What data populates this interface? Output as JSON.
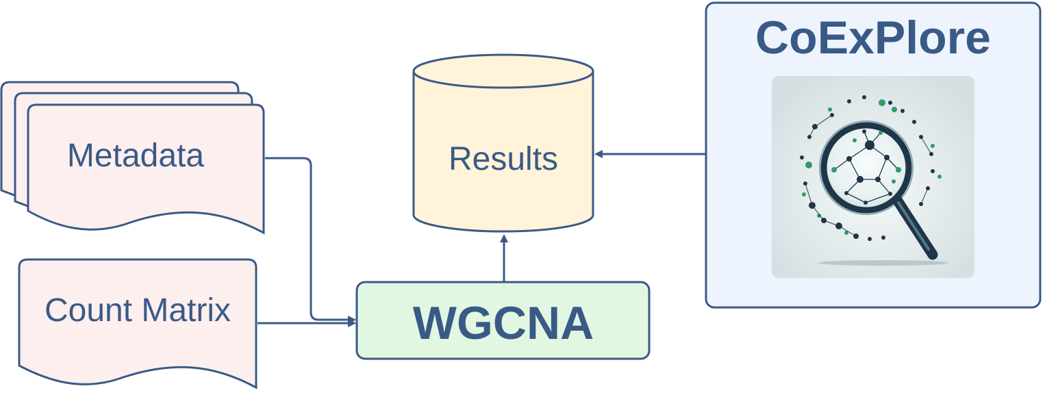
{
  "nodes": {
    "metadata": {
      "label": "Metadata"
    },
    "count_matrix": {
      "label": "Count Matrix"
    },
    "wgcna": {
      "label": "WGCNA"
    },
    "results": {
      "label": "Results"
    },
    "coexplore": {
      "label": "CoExPlore",
      "logo_icon": "magnifier-network-icon"
    }
  },
  "edges": [
    {
      "from": "metadata",
      "to": "wgcna"
    },
    {
      "from": "count_matrix",
      "to": "wgcna"
    },
    {
      "from": "wgcna",
      "to": "results"
    },
    {
      "from": "coexplore",
      "to": "results"
    }
  ],
  "colors": {
    "stroke": "#3a5a86",
    "text": "#3a5a86",
    "document_fill": "#fcefee",
    "wgcna_fill": "#e2f7e2",
    "results_fill": "#fff3da",
    "coexplore_fill": "#edf4fd",
    "logo_bg": "#d6e0e3",
    "logo_green": "#2f9a6a",
    "logo_dark": "#1f3548"
  }
}
